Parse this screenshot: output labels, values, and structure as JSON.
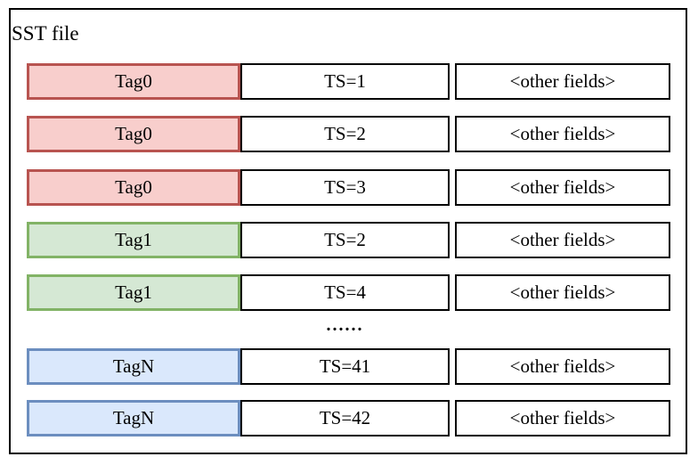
{
  "diagram": {
    "title": "SST file",
    "ellipsis": "......"
  },
  "palette": {
    "red": {
      "fill": "#f8cecc",
      "border": "#b85450"
    },
    "green": {
      "fill": "#d5e8d4",
      "border": "#82b366"
    },
    "blue": {
      "fill": "#dae8fc",
      "border": "#6c8ebf"
    },
    "frame_border": "#000000",
    "cell_border": "#000000",
    "text": "#000000"
  },
  "rows": [
    {
      "tag": "Tag0",
      "ts": "TS=1",
      "other": "<other fields>",
      "color": "red"
    },
    {
      "tag": "Tag0",
      "ts": "TS=2",
      "other": "<other fields>",
      "color": "red"
    },
    {
      "tag": "Tag0",
      "ts": "TS=3",
      "other": "<other fields>",
      "color": "red"
    },
    {
      "tag": "Tag1",
      "ts": "TS=2",
      "other": "<other fields>",
      "color": "green"
    },
    {
      "tag": "Tag1",
      "ts": "TS=4",
      "other": "<other fields>",
      "color": "green"
    },
    {
      "tag": "TagN",
      "ts": "TS=41",
      "other": "<other fields>",
      "color": "blue"
    },
    {
      "tag": "TagN",
      "ts": "TS=42",
      "other": "<other fields>",
      "color": "blue"
    }
  ]
}
